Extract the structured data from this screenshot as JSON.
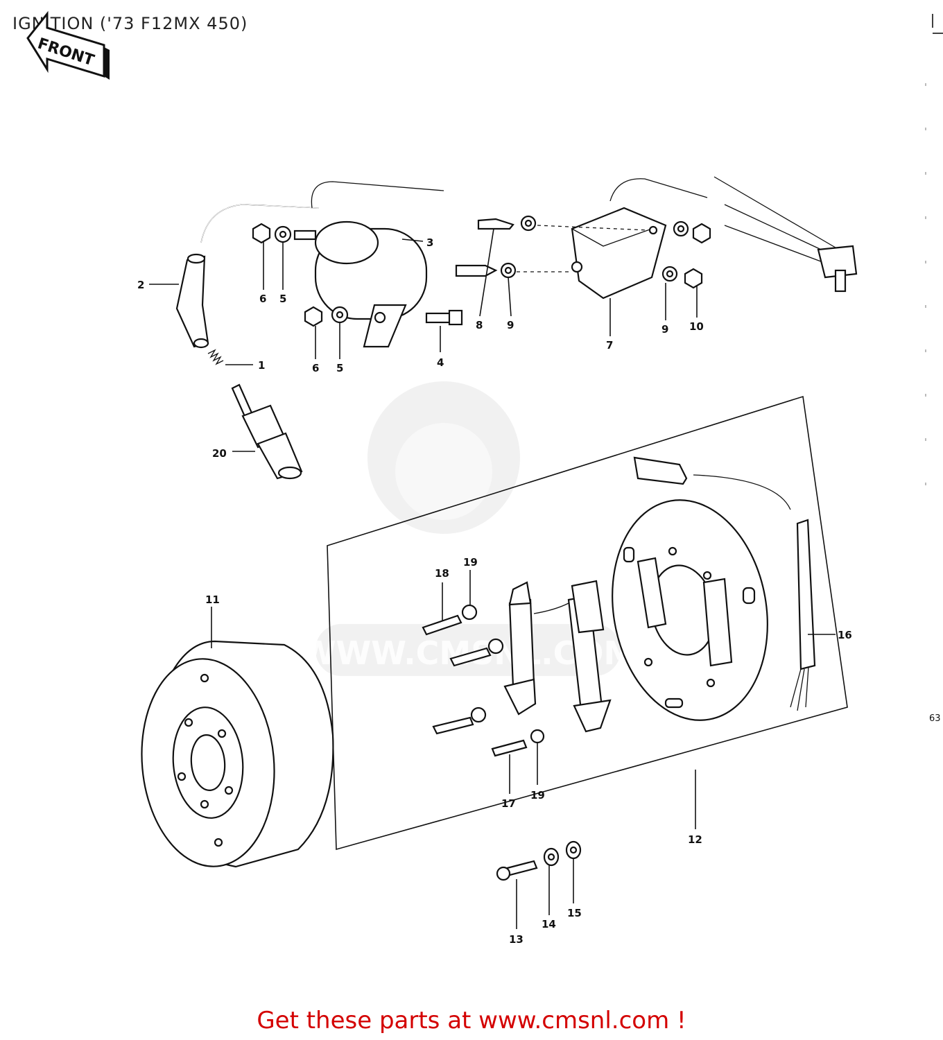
{
  "title": "IGNITION  ('73 F12MX 450)",
  "front_label": "FRONT",
  "footer": "Get these parts at www.cmsnl.com !",
  "watermark_text": "WWW.CMSNL.COM",
  "corner_code": "63",
  "callouts": [
    {
      "id": "c1",
      "text": "1"
    },
    {
      "id": "c2",
      "text": "2"
    },
    {
      "id": "c3",
      "text": "3"
    },
    {
      "id": "c4",
      "text": "4"
    },
    {
      "id": "c5a",
      "text": "5"
    },
    {
      "id": "c5b",
      "text": "5"
    },
    {
      "id": "c6a",
      "text": "6"
    },
    {
      "id": "c6b",
      "text": "6"
    },
    {
      "id": "c7",
      "text": "7"
    },
    {
      "id": "c8",
      "text": "8"
    },
    {
      "id": "c9a",
      "text": "9"
    },
    {
      "id": "c9b",
      "text": "9"
    },
    {
      "id": "c10",
      "text": "10"
    },
    {
      "id": "c11",
      "text": "11"
    },
    {
      "id": "c12",
      "text": "12"
    },
    {
      "id": "c13",
      "text": "13"
    },
    {
      "id": "c14",
      "text": "14"
    },
    {
      "id": "c15",
      "text": "15"
    },
    {
      "id": "c16",
      "text": "16"
    },
    {
      "id": "c17",
      "text": "17"
    },
    {
      "id": "c18",
      "text": "18"
    },
    {
      "id": "c19a",
      "text": "19"
    },
    {
      "id": "c19b",
      "text": "19"
    },
    {
      "id": "c20",
      "text": "20"
    }
  ]
}
